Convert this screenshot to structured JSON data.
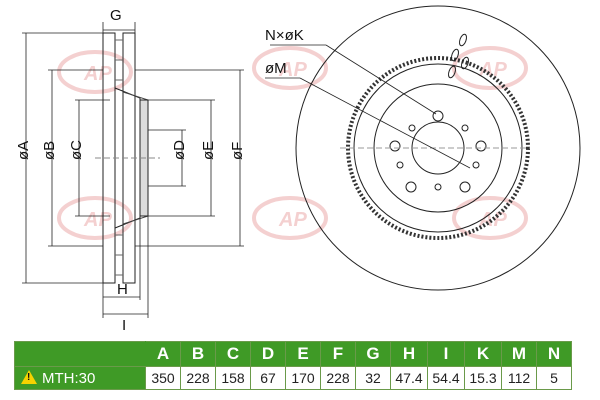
{
  "labels": {
    "g": "G",
    "a": "øA",
    "b": "øB",
    "c": "øC",
    "d": "øD",
    "e": "øE",
    "f": "øF",
    "h": "H",
    "i": "I",
    "nk": "N×øK",
    "m": "øM"
  },
  "watermark": "AP",
  "table": {
    "warning_label": "MTH:30",
    "headers": [
      "A",
      "B",
      "C",
      "D",
      "E",
      "F",
      "G",
      "H",
      "I",
      "K",
      "M",
      "N"
    ],
    "values": [
      "350",
      "228",
      "158",
      "67",
      "170",
      "228",
      "32",
      "47.4",
      "54.4",
      "15.3",
      "112",
      "5"
    ]
  },
  "colors": {
    "header_green": "#3f9a26",
    "warning_yellow": "#f6d200",
    "watermark_red": "#e8a0a0"
  }
}
